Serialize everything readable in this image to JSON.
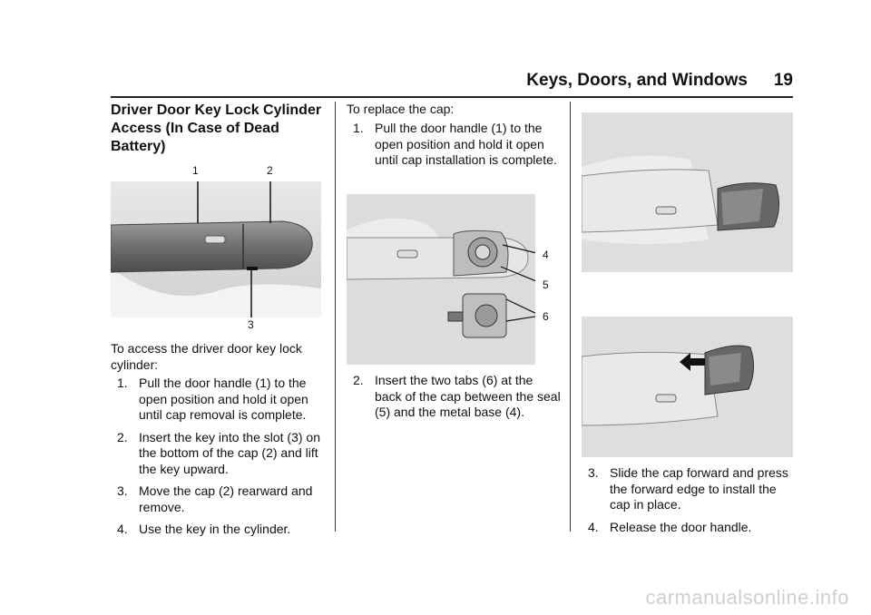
{
  "header": {
    "section": "Keys, Doors, and Windows",
    "page": "19"
  },
  "col1": {
    "heading": "Driver Door Key Lock Cylinder Access (In Case of Dead Battery)",
    "callouts": [
      "1",
      "2",
      "3"
    ],
    "intro": "To access the driver door key lock cylinder:",
    "steps": [
      {
        "num": "1.",
        "text": "Pull the door handle (1) to the open position and hold it open until cap removal is complete."
      },
      {
        "num": "2.",
        "text": "Insert the key into the slot (3) on the bottom of the cap (2) and lift the key upward."
      },
      {
        "num": "3.",
        "text": "Move the cap (2) rearward and remove."
      },
      {
        "num": "4.",
        "text": "Use the key in the cylinder."
      }
    ]
  },
  "col2": {
    "intro": "To replace the cap:",
    "steps": [
      {
        "num": "1.",
        "text": "Pull the door handle (1) to the open position and hold it open until cap installation is complete."
      },
      {
        "num": "2.",
        "text": "Insert the two tabs (6) at the back of the cap between the seal (5) and the metal base (4)."
      }
    ],
    "callouts": [
      "4",
      "5",
      "6"
    ]
  },
  "col3": {
    "steps": [
      {
        "num": "3.",
        "text": "Slide the cap forward and press the forward edge to install the cap in place."
      },
      {
        "num": "4.",
        "text": "Release the door handle."
      }
    ]
  },
  "watermark": "carmanualsonline.info"
}
